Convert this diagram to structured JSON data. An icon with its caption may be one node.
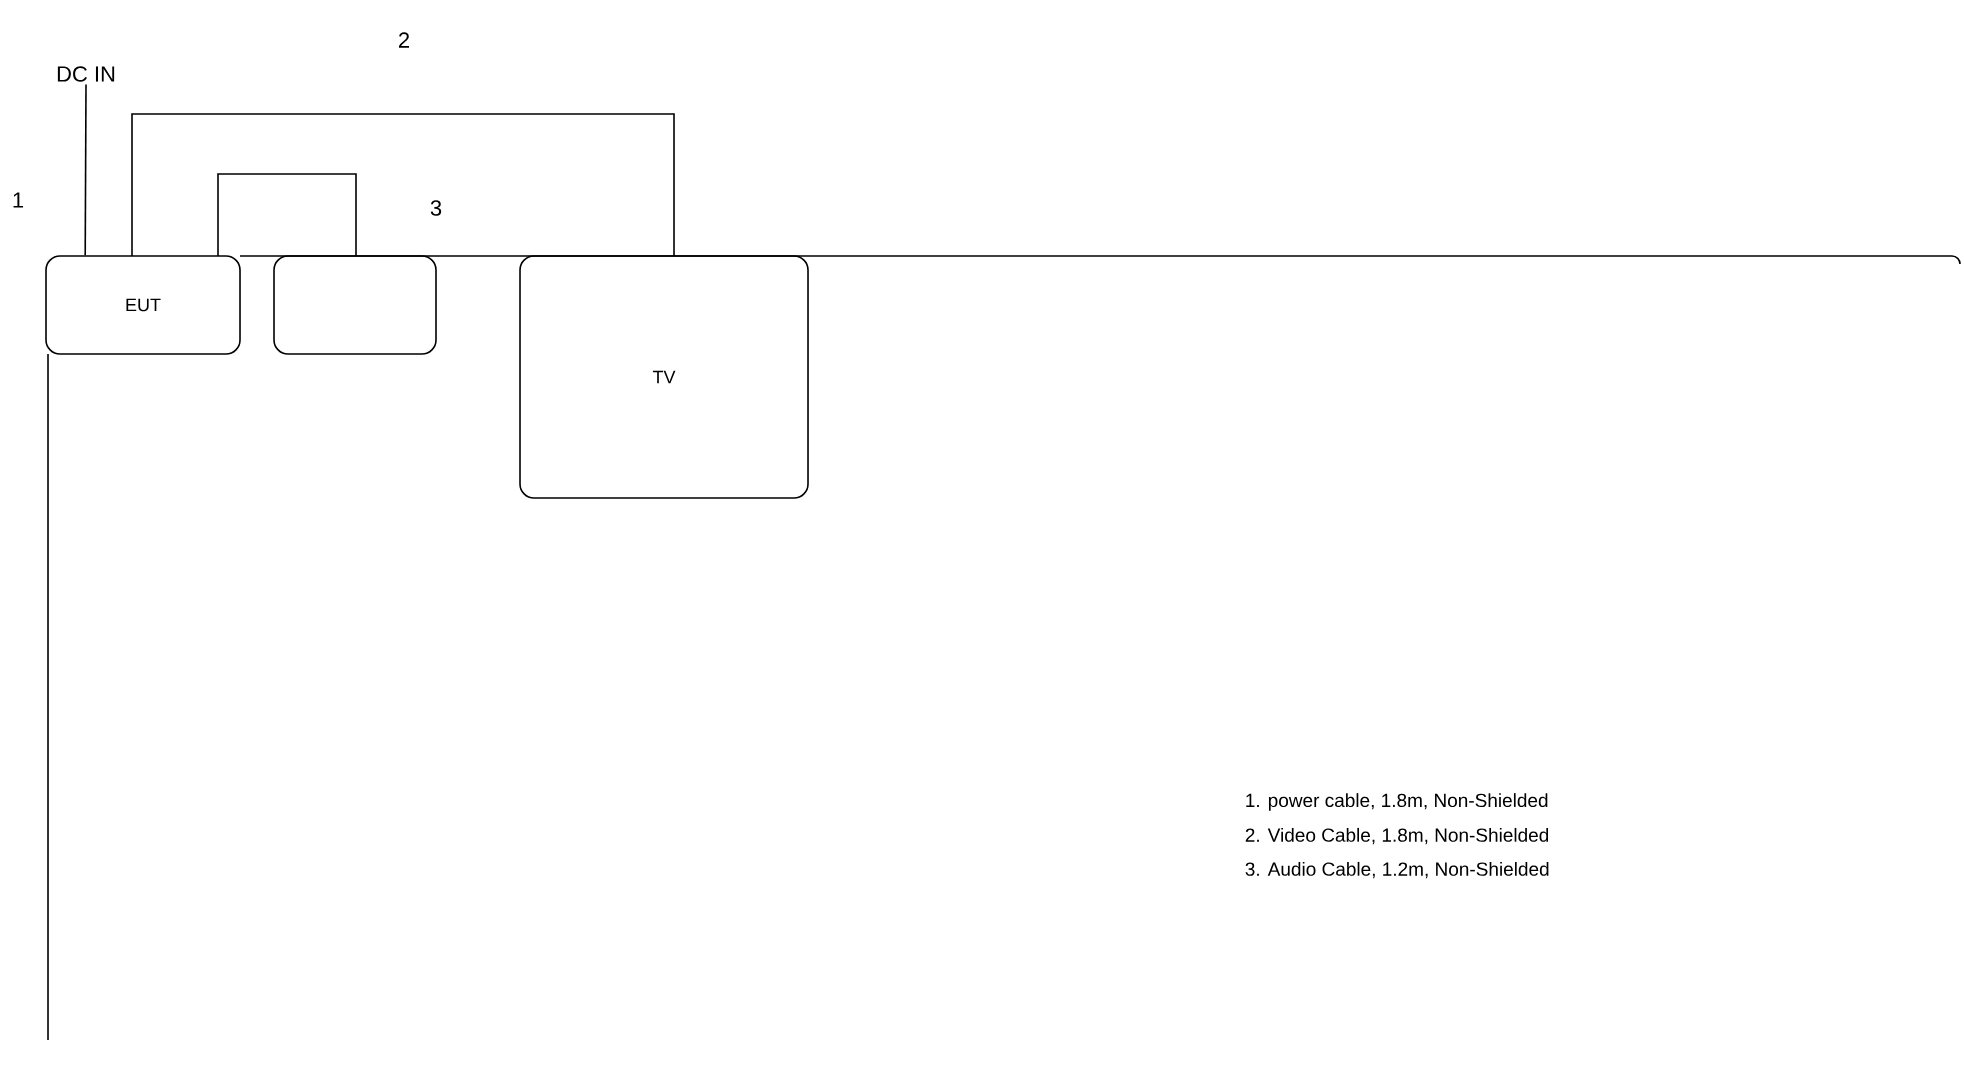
{
  "diagram": {
    "nodes": [
      {
        "text": [
          "DC IN"
        ]
      },
      {
        "text": [
          "EUT"
        ]
      },
      {
        "text": [],
        "shape": "box"
      },
      {
        "text": [
          "TV"
        ]
      }
    ],
    "edges": [
      {
        "from": 0,
        "to": 1,
        "arrow": "none"
      },
      {
        "from": 1,
        "to": 3,
        "arrow": "none"
      },
      {
        "from": 1,
        "to": 2,
        "arrow": "none"
      }
    ],
    "labels": [
      "1",
      "2",
      "3",
      "1. power cable, 1.8m, Non-Shielded",
      "2. Video Cable, 1.8m, Non-Shielded",
      "3. Audio Cable, 1.2m, Non-Shielded"
    ]
  }
}
